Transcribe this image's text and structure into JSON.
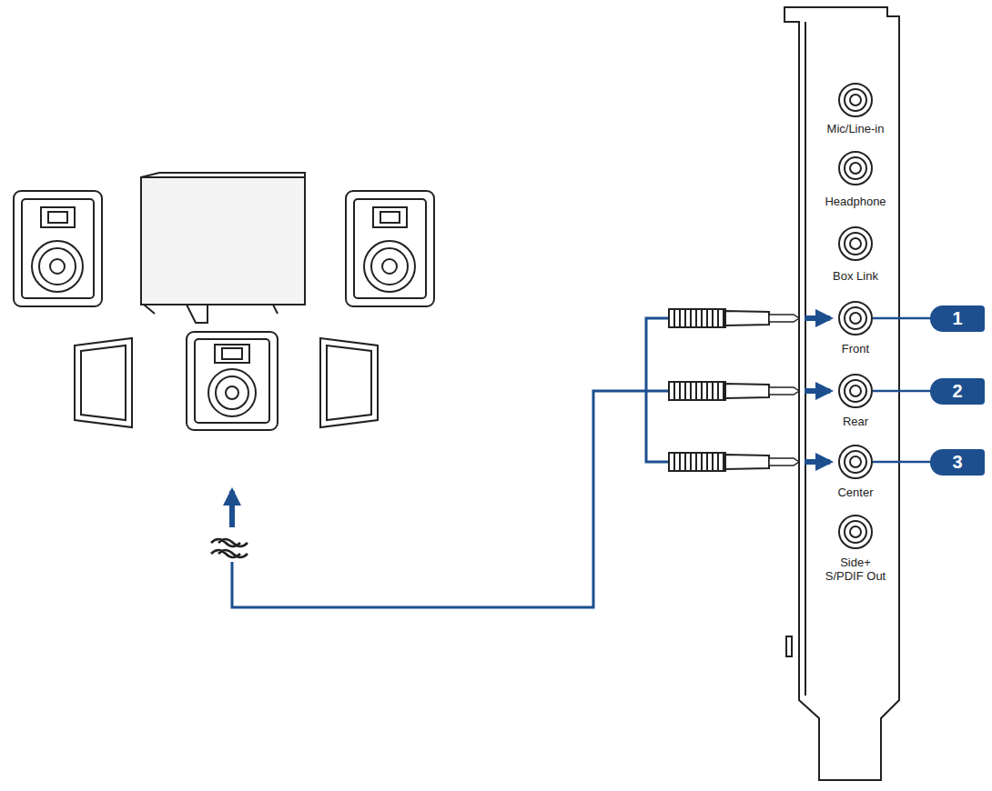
{
  "diagram": {
    "nodes": [
      {
        "text": [
          "1"
        ]
      },
      {
        "text": [
          "2"
        ]
      },
      {
        "text": [
          "3"
        ]
      }
    ],
    "labels": [
      "Mic/Line-in",
      "Headphone",
      "Box Link",
      "Front",
      "Rear",
      "Center",
      "Side+ S/PDIF Out"
    ]
  }
}
